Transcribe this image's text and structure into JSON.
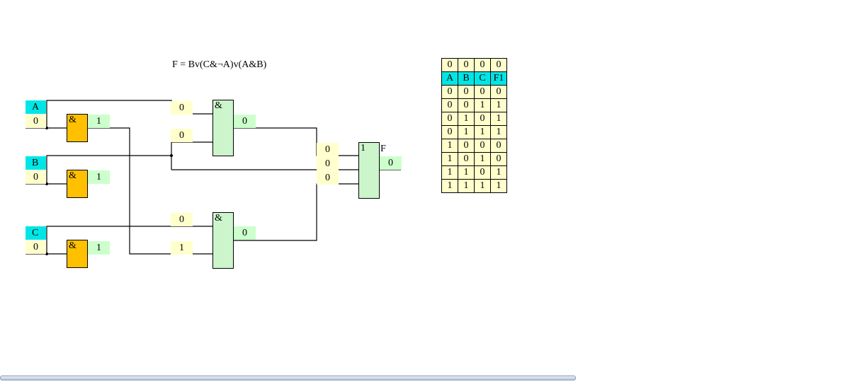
{
  "formula": "F = Bv(C&¬A)v(A&B)",
  "inputs": {
    "a": {
      "label": "A",
      "value": "0",
      "not_value": "1"
    },
    "b": {
      "label": "B",
      "value": "0",
      "not_value": "1"
    },
    "c": {
      "label": "C",
      "value": "0",
      "not_value": "1"
    }
  },
  "gates": {
    "not_symbol": "&",
    "and_symbol": "&",
    "or_symbol": "1"
  },
  "and_top": {
    "in1": "0",
    "in2": "0",
    "out": "0"
  },
  "and_bottom": {
    "in1": "0",
    "in2": "1",
    "out": "0"
  },
  "or_gate": {
    "in1": "0",
    "in2": "0",
    "in3": "0",
    "out": "0"
  },
  "output_label": "F",
  "truth_table": {
    "current": [
      "0",
      "0",
      "0",
      "0"
    ],
    "headers": [
      "A",
      "B",
      "C",
      "F1"
    ],
    "rows": [
      [
        "0",
        "0",
        "0",
        "0"
      ],
      [
        "0",
        "0",
        "1",
        "1"
      ],
      [
        "0",
        "1",
        "0",
        "1"
      ],
      [
        "0",
        "1",
        "1",
        "1"
      ],
      [
        "1",
        "0",
        "0",
        "0"
      ],
      [
        "1",
        "0",
        "1",
        "0"
      ],
      [
        "1",
        "1",
        "0",
        "1"
      ],
      [
        "1",
        "1",
        "1",
        "1"
      ]
    ]
  }
}
